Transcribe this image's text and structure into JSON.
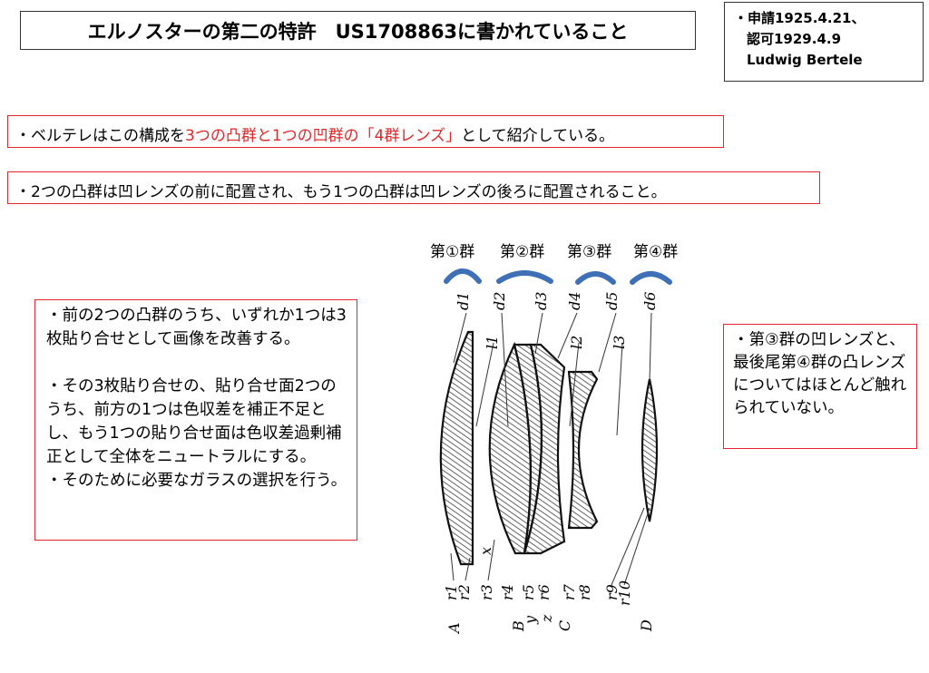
{
  "title": "エルノスターの第二の特許　US1708863に書かれていること",
  "patent_info": {
    "line1": "・申請1925.4.21、",
    "line2": "認可1929.4.9",
    "line3": "Ludwig Bertele"
  },
  "note1": {
    "prefix": "・ベルテレはこの構成を",
    "highlight": "3つの凸群と1つの凹群の「4群レンズ」",
    "suffix": "として紹介している。"
  },
  "note2": "・2つの凸群は凹レンズの前に配置され、もう1つの凸群は凹レンズの後ろに配置されること。",
  "left_note": {
    "p1": "・前の2つの凸群のうち、いずれか1つは3枚貼り合せとして画像を改善する。",
    "p2": "・その3枚貼り合せの、貼り合せ面2つのうち、前方の1つは色収差を補正不足とし、もう1つの貼り合せ面は色収差過剰補正として全体をニュートラルにする。",
    "p3": "・そのために必要なガラスの選択を行う。"
  },
  "right_note": "・第③群の凹レンズと、最後尾第④群の凸レンズについてはほとんど触れられていない。",
  "groups": [
    "第①群",
    "第②群",
    "第③群",
    "第④群"
  ],
  "colors": {
    "accent_red": "#e0262a",
    "bracket_blue": "#3f6fb5"
  },
  "diagram": {
    "d_labels": [
      "d1",
      "d2",
      "d3",
      "d4",
      "d5",
      "d6"
    ],
    "l_labels": [
      "l1",
      "l2",
      "l3"
    ],
    "r_labels": [
      "r1",
      "r2",
      "r3",
      "r4",
      "r5",
      "r6",
      "r7",
      "r8",
      "r9",
      "r10"
    ],
    "lens_labels": [
      "A",
      "B",
      "C",
      "D"
    ],
    "surface_labels": [
      "x",
      "y",
      "z"
    ]
  }
}
